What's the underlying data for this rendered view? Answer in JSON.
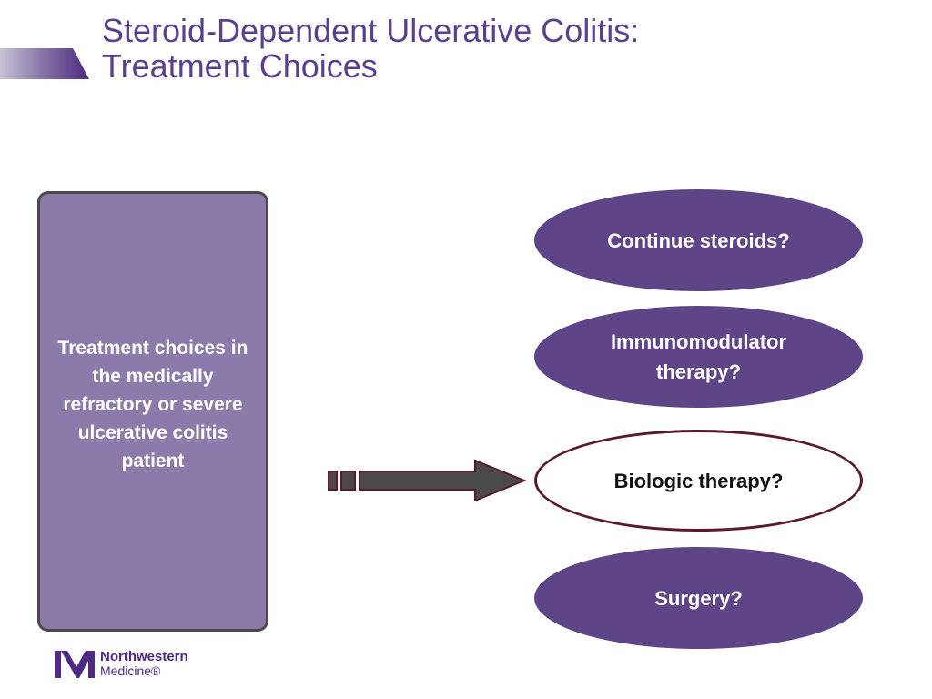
{
  "slide": {
    "title_line1": "Steroid-Dependent Ulcerative Colitis:",
    "title_line2": "Treatment Choices",
    "left_box_text": "Treatment choices in the medically refractory or severe ulcerative colitis patient",
    "options": [
      {
        "label": "Continue steroids?"
      },
      {
        "label": "Immunomodulator therapy?"
      },
      {
        "label": "Biologic therapy?"
      },
      {
        "label": "Surgery?"
      }
    ]
  },
  "logo": {
    "line1": "Northwestern",
    "line2": "Medicine®"
  },
  "colors": {
    "title": "#5b3f8f",
    "accent_purple": "#5e4588",
    "box_purple": "#8c7aaa",
    "outline": "#5a1a2a",
    "arrow_fill": "#4a4a4a"
  }
}
